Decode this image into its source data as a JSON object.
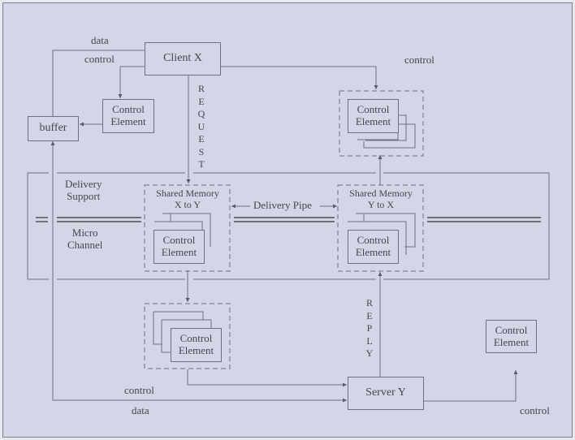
{
  "diagram": {
    "client": "Client X",
    "server": "Server Y",
    "buffer": "buffer",
    "control_element_line1": "Control",
    "control_element_line2": "Element",
    "shared_xy_line1": "Shared Memory",
    "shared_xy_line2": "X to Y",
    "shared_yx_line1": "Shared Memory",
    "shared_yx_line2": "Y to X",
    "delivery_pipe": "Delivery Pipe",
    "delivery_support_line1": "Delivery",
    "delivery_support_line2": "Support",
    "micro_channel_line1": "Micro",
    "micro_channel_line2": "Channel",
    "request_letters": [
      "R",
      "E",
      "Q",
      "U",
      "E",
      "S",
      "T"
    ],
    "reply_letters": [
      "R",
      "E",
      "P",
      "L",
      "Y"
    ],
    "labels": {
      "data_top": "data",
      "control_top_left": "control",
      "control_top_right": "control",
      "control_bottom": "control",
      "data_bottom": "data",
      "control_bottom_right": "control"
    }
  }
}
